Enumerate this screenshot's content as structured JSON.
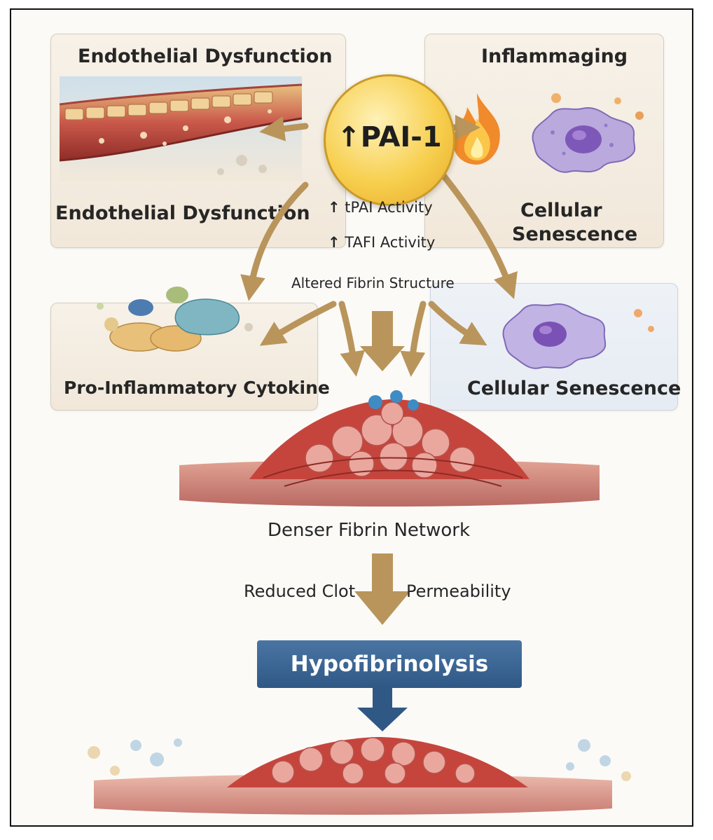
{
  "pai1": {
    "arrow": "↑",
    "label": "PAI-1"
  },
  "top_left": {
    "title": "Endothelial Dysfunction",
    "caption": "Endothelial Dysfunction"
  },
  "top_right": {
    "title": "Inflammaging",
    "caption_line1": "Cellular",
    "caption_line2": "Senescence"
  },
  "mechanisms": [
    {
      "arrow": "↑",
      "label": "tPAI Activity"
    },
    {
      "arrow": "↑",
      "label": "TAFI Activity"
    }
  ],
  "altered_fibrin": "Altered Fibrin Structure",
  "mid_left": {
    "caption": "Pro-Inflammatory Cytokine"
  },
  "mid_right": {
    "caption": "Cellular Senescence"
  },
  "denser_network": "Denser Fibrin Network",
  "reduced_left": "Reduced Clot",
  "reduced_right": "Permeability",
  "outcome": "Hypofibrinolysis",
  "colors": {
    "accent_arrow": "#b9955c",
    "outcome_box": "#3a6591",
    "pai_circle": "#f5c842",
    "clot": "#c5453d"
  },
  "icons": [
    "flame-icon",
    "senescent-cell-icon",
    "cytokine-cluster-icon",
    "blood-vessel-icon",
    "fibrin-clot-icon"
  ]
}
